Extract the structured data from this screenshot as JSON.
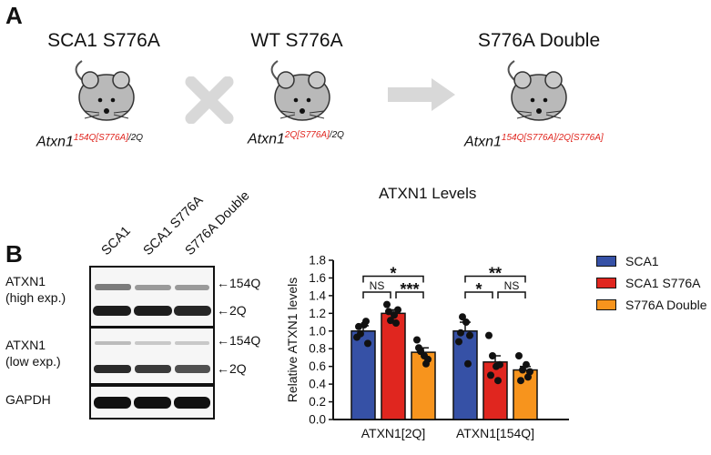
{
  "panel_a": {
    "letter": "A",
    "mice": [
      {
        "title": "SCA1 S776A",
        "genotype_base": "Atxn1",
        "genotype_red": "154Q[S776A]",
        "genotype_black": "/2Q"
      },
      {
        "title": "WT S776A",
        "genotype_base": "Atxn1",
        "genotype_red": "2Q[S776A]",
        "genotype_black": "/2Q"
      },
      {
        "title": "S776A Double",
        "genotype_base": "Atxn1",
        "genotype_red": "154Q[S776A]/2Q[S776A]",
        "genotype_black": ""
      }
    ]
  },
  "panel_b": {
    "letter": "B",
    "lanes": [
      "SCA1",
      "SCA1 S776A",
      "S776A Double"
    ],
    "blots": [
      {
        "label_line1": "ATXN1",
        "label_line2": "(high exp.)",
        "markers": [
          "154Q",
          "2Q"
        ]
      },
      {
        "label_line1": "ATXN1",
        "label_line2": "(low exp.)",
        "markers": [
          "154Q",
          "2Q"
        ]
      },
      {
        "label_line1": "GAPDH",
        "label_line2": "",
        "markers": []
      }
    ],
    "marker_arrow": "←"
  },
  "colors": {
    "SCA1": "#3651a6",
    "SCA1 S776A": "#e0261f",
    "S776A Double": "#f7941d",
    "axis": "#111111"
  },
  "chart_data": {
    "type": "bar",
    "title": "ATXN1 Levels",
    "xlabel": "",
    "ylabel": "Relative ATXN1 levels",
    "ylim": [
      0,
      1.8
    ],
    "yticks": [
      "0.0",
      "0.2",
      "0.4",
      "0.6",
      "0.8",
      "1.0",
      "1.2",
      "1.4",
      "1.6",
      "1.8"
    ],
    "categories": [
      "ATXN1[2Q]",
      "ATXN1[154Q]"
    ],
    "legend_position": "right",
    "series": [
      {
        "name": "SCA1",
        "values": [
          1.0,
          1.0
        ],
        "errors": [
          0.06,
          0.1
        ],
        "points": [
          [
            0.93,
            0.97,
            1.07,
            0.86,
            1.05,
            1.11
          ],
          [
            0.88,
            1.16,
            1.1,
            0.95,
            0.98,
            0.63
          ]
        ]
      },
      {
        "name": "SCA1 S776A",
        "values": [
          1.2,
          0.65
        ],
        "errors": [
          0.04,
          0.07
        ],
        "points": [
          [
            1.3,
            1.12,
            1.18,
            1.24,
            1.22,
            1.09
          ],
          [
            0.95,
            0.72,
            0.6,
            0.62,
            0.5,
            0.44
          ]
        ]
      },
      {
        "name": "S776A Double",
        "values": [
          0.76,
          0.56
        ],
        "errors": [
          0.05,
          0.04
        ],
        "points": [
          [
            0.9,
            0.77,
            0.72,
            0.68,
            0.81,
            0.63
          ],
          [
            0.72,
            0.56,
            0.62,
            0.54,
            0.44,
            0.48
          ]
        ]
      }
    ],
    "significance": [
      {
        "group": "ATXN1[2Q]",
        "from": 0,
        "to": 1,
        "label": "NS"
      },
      {
        "group": "ATXN1[2Q]",
        "from": 1,
        "to": 2,
        "label": "***"
      },
      {
        "group": "ATXN1[2Q]",
        "from": 0,
        "to": 2,
        "label": "*"
      },
      {
        "group": "ATXN1[154Q]",
        "from": 0,
        "to": 1,
        "label": "*"
      },
      {
        "group": "ATXN1[154Q]",
        "from": 1,
        "to": 2,
        "label": "NS"
      },
      {
        "group": "ATXN1[154Q]",
        "from": 0,
        "to": 2,
        "label": "**"
      }
    ]
  }
}
